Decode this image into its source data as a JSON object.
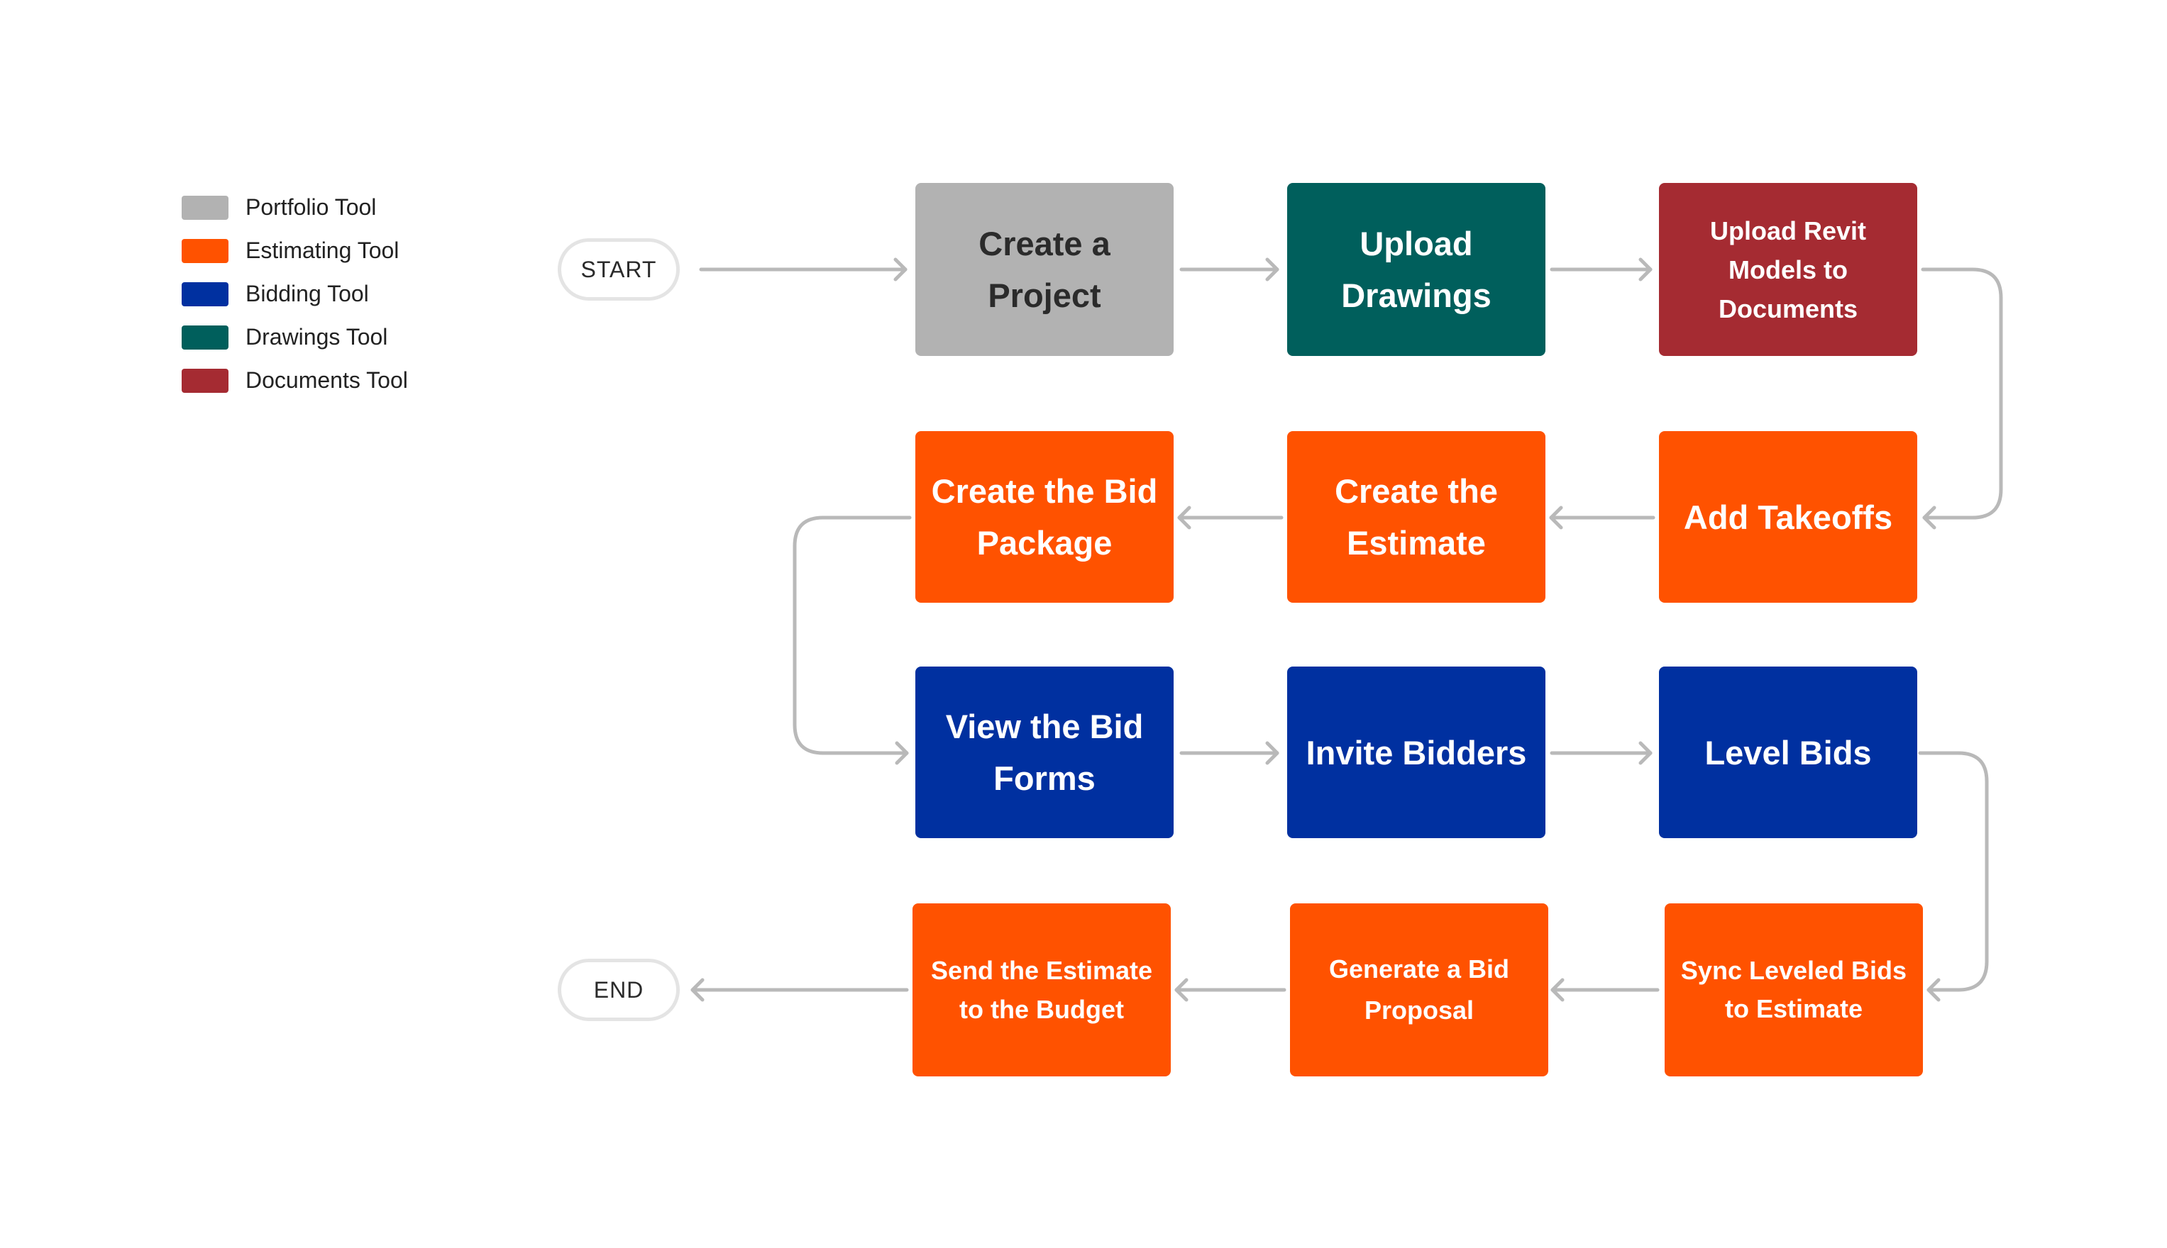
{
  "colors": {
    "portfolio": "#b2b2b2",
    "estimating": "#ff5200",
    "bidding": "#0030a0",
    "drawings": "#005f5c",
    "documents": "#a52b32",
    "connector": "#b9b9b9"
  },
  "legend": [
    {
      "label": "Portfolio Tool",
      "color": "#b2b2b2"
    },
    {
      "label": "Estimating Tool",
      "color": "#ff5200"
    },
    {
      "label": "Bidding Tool",
      "color": "#0030a0"
    },
    {
      "label": "Drawings Tool",
      "color": "#005f5c"
    },
    {
      "label": "Documents Tool",
      "color": "#a52b32"
    }
  ],
  "start_label": "START",
  "end_label": "END",
  "steps": {
    "create_project": {
      "text": "Create a Project",
      "tool": "Portfolio Tool",
      "color": "#b2b2b2",
      "text_color": "#2b2b2b"
    },
    "upload_drawings": {
      "text": "Upload Drawings",
      "tool": "Drawings Tool",
      "color": "#005f5c",
      "text_color": "#ffffff"
    },
    "upload_revit": {
      "text": "Upload Revit Models to Documents",
      "tool": "Documents Tool",
      "color": "#a52b32",
      "text_color": "#ffffff"
    },
    "add_takeoffs": {
      "text": "Add Takeoffs",
      "tool": "Estimating Tool",
      "color": "#ff5200",
      "text_color": "#ffffff"
    },
    "create_estimate": {
      "text": "Create the Estimate",
      "tool": "Estimating Tool",
      "color": "#ff5200",
      "text_color": "#ffffff"
    },
    "create_bid_package": {
      "text": "Create the Bid Package",
      "tool": "Estimating Tool",
      "color": "#ff5200",
      "text_color": "#ffffff"
    },
    "view_bid_forms": {
      "text": "View the Bid Forms",
      "tool": "Bidding Tool",
      "color": "#0030a0",
      "text_color": "#ffffff"
    },
    "invite_bidders": {
      "text": "Invite Bidders",
      "tool": "Bidding Tool",
      "color": "#0030a0",
      "text_color": "#ffffff"
    },
    "level_bids": {
      "text": "Level Bids",
      "tool": "Bidding Tool",
      "color": "#0030a0",
      "text_color": "#ffffff"
    },
    "sync_leveled_bids": {
      "text": "Sync Leveled Bids to Estimate",
      "tool": "Estimating Tool",
      "color": "#ff5200",
      "text_color": "#ffffff"
    },
    "generate_proposal": {
      "text": "Generate a Bid Proposal",
      "tool": "Estimating Tool",
      "color": "#ff5200",
      "text_color": "#ffffff"
    },
    "send_estimate": {
      "text": "Send the Estimate to the Budget",
      "tool": "Estimating Tool",
      "color": "#ff5200",
      "text_color": "#ffffff"
    }
  }
}
